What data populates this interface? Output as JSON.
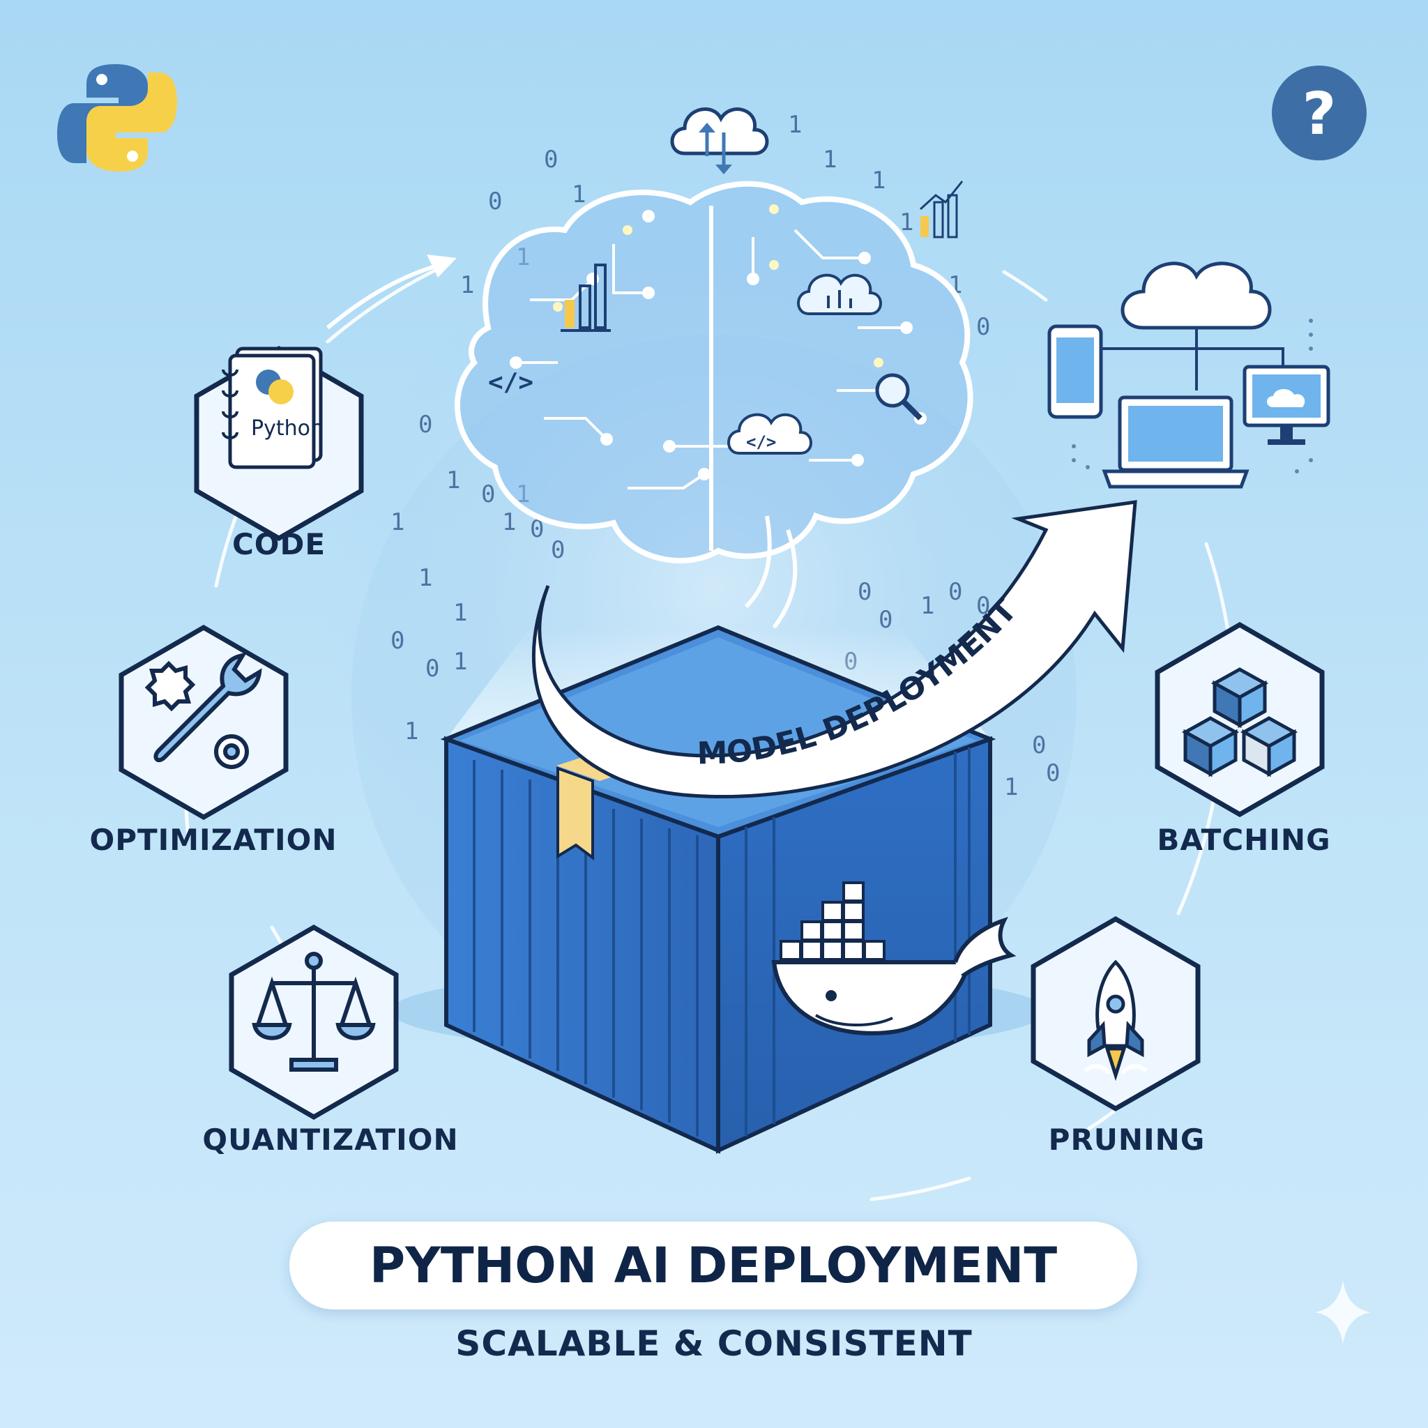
{
  "center": {
    "title": "PYTHON AI DEPLOYMENT",
    "subtitle": "SCALABLE & CONSISTENT",
    "arrow_label": "MODEL DEPLOYMENT",
    "notebook_label": "Python"
  },
  "stages": [
    {
      "id": "code",
      "label": "CODE",
      "icon": "python-notebook-icon"
    },
    {
      "id": "optimization",
      "label": "OPTIMIZATION",
      "icon": "wrench-gear-icon"
    },
    {
      "id": "quantization",
      "label": "QUANTIZATION",
      "icon": "balance-scale-icon"
    },
    {
      "id": "batching",
      "label": "BATCHING",
      "icon": "stacked-cubes-icon"
    },
    {
      "id": "pruning",
      "label": "PRUNING",
      "icon": "rocket-icon"
    }
  ],
  "colors": {
    "background": "#b8e0f7",
    "navy": "#13294d",
    "container_blue": "#2f6fc4",
    "accent_yellow": "#f6c94d",
    "python_blue": "#3f78b5",
    "python_yellow": "#f7d04a"
  }
}
